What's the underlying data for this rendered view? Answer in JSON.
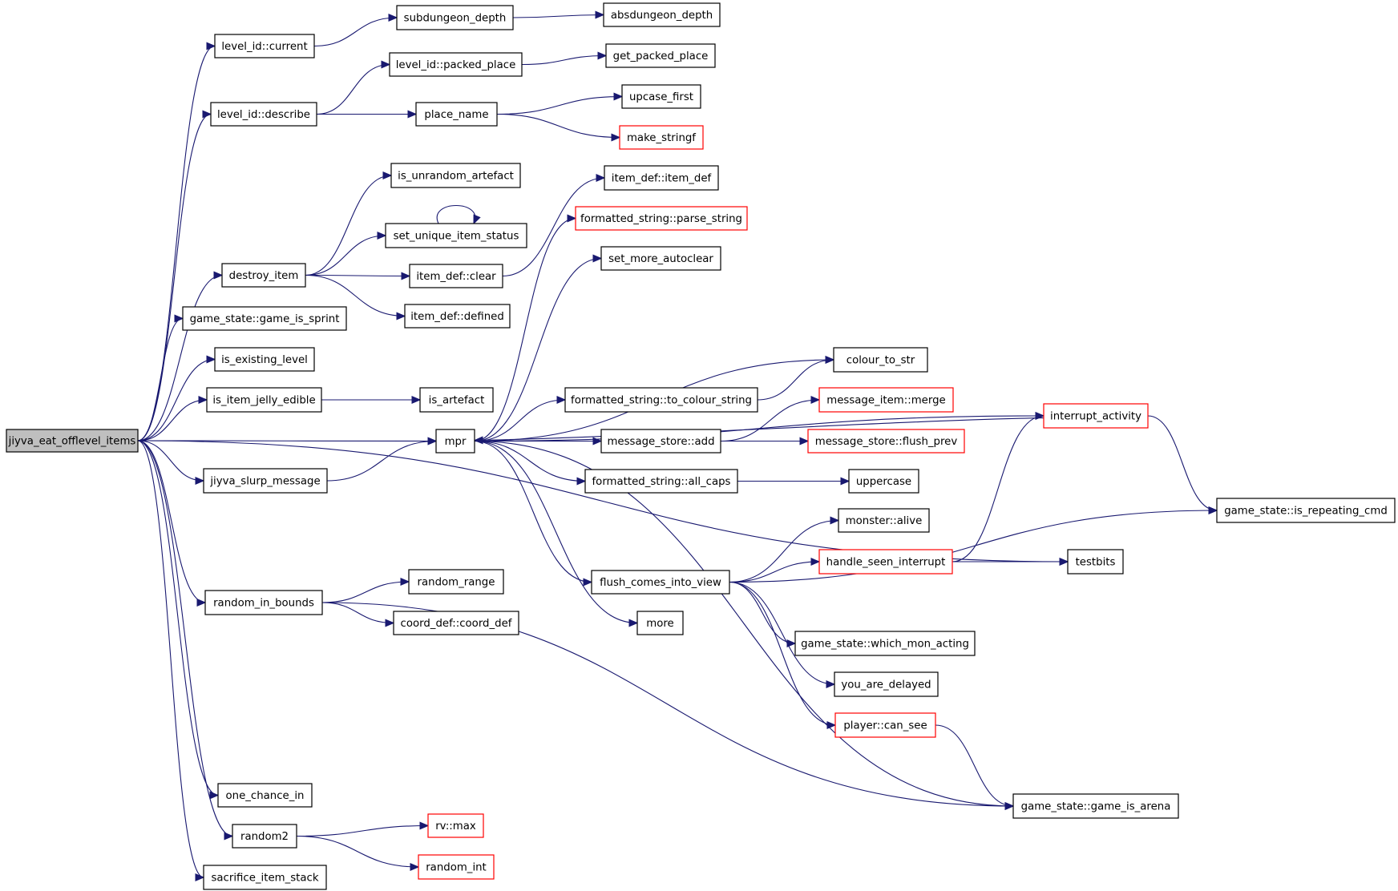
{
  "graph": {
    "root": "jiyva_eat_offlevel_items",
    "colors": {
      "node_border": "#000000",
      "truncated_border": "#ff0000",
      "root_fill": "#bfbfbf",
      "edge": "#191970"
    },
    "nodes": [
      {
        "id": "jiyva_eat_offlevel_items",
        "label": "jiyva_eat_offlevel_items",
        "style": "root"
      },
      {
        "id": "level_id_current",
        "label": "level_id::current",
        "style": "normal"
      },
      {
        "id": "subdungeon_depth",
        "label": "subdungeon_depth",
        "style": "normal"
      },
      {
        "id": "absdungeon_depth",
        "label": "absdungeon_depth",
        "style": "normal"
      },
      {
        "id": "level_id_packed_place",
        "label": "level_id::packed_place",
        "style": "normal"
      },
      {
        "id": "get_packed_place",
        "label": "get_packed_place",
        "style": "normal"
      },
      {
        "id": "level_id_describe",
        "label": "level_id::describe",
        "style": "normal"
      },
      {
        "id": "place_name",
        "label": "place_name",
        "style": "normal"
      },
      {
        "id": "upcase_first",
        "label": "upcase_first",
        "style": "normal"
      },
      {
        "id": "make_stringf",
        "label": "make_stringf",
        "style": "truncated"
      },
      {
        "id": "is_unrandom_artefact",
        "label": "is_unrandom_artefact",
        "style": "normal"
      },
      {
        "id": "item_def_item_def",
        "label": "item_def::item_def",
        "style": "normal"
      },
      {
        "id": "set_unique_item_status",
        "label": "set_unique_item_status",
        "style": "normal"
      },
      {
        "id": "formatted_string_parse_string",
        "label": "formatted_string::parse_string",
        "style": "truncated"
      },
      {
        "id": "set_more_autoclear",
        "label": "set_more_autoclear",
        "style": "normal"
      },
      {
        "id": "destroy_item",
        "label": "destroy_item",
        "style": "normal"
      },
      {
        "id": "item_def_clear",
        "label": "item_def::clear",
        "style": "normal"
      },
      {
        "id": "item_def_defined",
        "label": "item_def::defined",
        "style": "normal"
      },
      {
        "id": "game_state_game_is_sprint",
        "label": "game_state::game_is_sprint",
        "style": "normal"
      },
      {
        "id": "is_existing_level",
        "label": "is_existing_level",
        "style": "normal"
      },
      {
        "id": "colour_to_str",
        "label": "colour_to_str",
        "style": "normal"
      },
      {
        "id": "is_item_jelly_edible",
        "label": "is_item_jelly_edible",
        "style": "normal"
      },
      {
        "id": "is_artefact",
        "label": "is_artefact",
        "style": "normal"
      },
      {
        "id": "formatted_string_to_colour_string",
        "label": "formatted_string::to_colour_string",
        "style": "normal"
      },
      {
        "id": "message_item_merge",
        "label": "message_item::merge",
        "style": "truncated"
      },
      {
        "id": "interrupt_activity",
        "label": "interrupt_activity",
        "style": "truncated"
      },
      {
        "id": "mpr",
        "label": "mpr",
        "style": "normal"
      },
      {
        "id": "message_store_add",
        "label": "message_store::add",
        "style": "normal"
      },
      {
        "id": "message_store_flush_prev",
        "label": "message_store::flush_prev",
        "style": "truncated"
      },
      {
        "id": "jiyva_slurp_message",
        "label": "jiyva_slurp_message",
        "style": "normal"
      },
      {
        "id": "formatted_string_all_caps",
        "label": "formatted_string::all_caps",
        "style": "normal"
      },
      {
        "id": "uppercase",
        "label": "uppercase",
        "style": "normal"
      },
      {
        "id": "game_state_is_repeating_cmd",
        "label": "game_state::is_repeating_cmd",
        "style": "normal"
      },
      {
        "id": "monster_alive",
        "label": "monster::alive",
        "style": "normal"
      },
      {
        "id": "handle_seen_interrupt",
        "label": "handle_seen_interrupt",
        "style": "truncated"
      },
      {
        "id": "testbits",
        "label": "testbits",
        "style": "normal"
      },
      {
        "id": "flush_comes_into_view",
        "label": "flush_comes_into_view",
        "style": "normal"
      },
      {
        "id": "random_range",
        "label": "random_range",
        "style": "normal"
      },
      {
        "id": "random_in_bounds",
        "label": "random_in_bounds",
        "style": "normal"
      },
      {
        "id": "coord_def_coord_def",
        "label": "coord_def::coord_def",
        "style": "normal"
      },
      {
        "id": "more",
        "label": "more",
        "style": "normal"
      },
      {
        "id": "game_state_which_mon_acting",
        "label": "game_state::which_mon_acting",
        "style": "normal"
      },
      {
        "id": "you_are_delayed",
        "label": "you_are_delayed",
        "style": "normal"
      },
      {
        "id": "player_can_see",
        "label": "player::can_see",
        "style": "truncated"
      },
      {
        "id": "one_chance_in",
        "label": "one_chance_in",
        "style": "normal"
      },
      {
        "id": "game_state_game_is_arena",
        "label": "game_state::game_is_arena",
        "style": "normal"
      },
      {
        "id": "random2",
        "label": "random2",
        "style": "normal"
      },
      {
        "id": "rv_max",
        "label": "rv::max",
        "style": "truncated"
      },
      {
        "id": "random_int",
        "label": "random_int",
        "style": "truncated"
      },
      {
        "id": "sacrifice_item_stack",
        "label": "sacrifice_item_stack",
        "style": "normal"
      }
    ],
    "edges": [
      [
        "jiyva_eat_offlevel_items",
        "level_id_current"
      ],
      [
        "jiyva_eat_offlevel_items",
        "level_id_describe"
      ],
      [
        "jiyva_eat_offlevel_items",
        "destroy_item"
      ],
      [
        "jiyva_eat_offlevel_items",
        "game_state_game_is_sprint"
      ],
      [
        "jiyva_eat_offlevel_items",
        "is_existing_level"
      ],
      [
        "jiyva_eat_offlevel_items",
        "is_item_jelly_edible"
      ],
      [
        "jiyva_eat_offlevel_items",
        "mpr"
      ],
      [
        "jiyva_eat_offlevel_items",
        "jiyva_slurp_message"
      ],
      [
        "jiyva_eat_offlevel_items",
        "random_in_bounds"
      ],
      [
        "jiyva_eat_offlevel_items",
        "testbits"
      ],
      [
        "jiyva_eat_offlevel_items",
        "one_chance_in"
      ],
      [
        "jiyva_eat_offlevel_items",
        "random2"
      ],
      [
        "jiyva_eat_offlevel_items",
        "sacrifice_item_stack"
      ],
      [
        "level_id_current",
        "subdungeon_depth"
      ],
      [
        "subdungeon_depth",
        "absdungeon_depth"
      ],
      [
        "level_id_describe",
        "level_id_packed_place"
      ],
      [
        "level_id_describe",
        "place_name"
      ],
      [
        "level_id_packed_place",
        "get_packed_place"
      ],
      [
        "place_name",
        "upcase_first"
      ],
      [
        "place_name",
        "make_stringf"
      ],
      [
        "destroy_item",
        "is_unrandom_artefact"
      ],
      [
        "destroy_item",
        "set_unique_item_status"
      ],
      [
        "destroy_item",
        "item_def_clear"
      ],
      [
        "destroy_item",
        "item_def_defined"
      ],
      [
        "set_unique_item_status",
        "set_unique_item_status"
      ],
      [
        "item_def_clear",
        "item_def_item_def"
      ],
      [
        "is_item_jelly_edible",
        "is_artefact"
      ],
      [
        "jiyva_slurp_message",
        "mpr"
      ],
      [
        "mpr",
        "formatted_string_parse_string"
      ],
      [
        "mpr",
        "set_more_autoclear"
      ],
      [
        "mpr",
        "interrupt_activity"
      ],
      [
        "mpr",
        "colour_to_str"
      ],
      [
        "mpr",
        "formatted_string_to_colour_string"
      ],
      [
        "mpr",
        "message_store_add"
      ],
      [
        "mpr",
        "formatted_string_all_caps"
      ],
      [
        "mpr",
        "flush_comes_into_view"
      ],
      [
        "mpr",
        "more"
      ],
      [
        "mpr",
        "game_state_game_is_arena"
      ],
      [
        "formatted_string_to_colour_string",
        "colour_to_str"
      ],
      [
        "message_store_add",
        "message_item_merge"
      ],
      [
        "message_store_add",
        "message_store_flush_prev"
      ],
      [
        "formatted_string_all_caps",
        "uppercase"
      ],
      [
        "interrupt_activity",
        "mpr"
      ],
      [
        "interrupt_activity",
        "game_state_is_repeating_cmd"
      ],
      [
        "flush_comes_into_view",
        "monster_alive"
      ],
      [
        "flush_comes_into_view",
        "handle_seen_interrupt"
      ],
      [
        "flush_comes_into_view",
        "game_state_is_repeating_cmd"
      ],
      [
        "flush_comes_into_view",
        "game_state_which_mon_acting"
      ],
      [
        "flush_comes_into_view",
        "you_are_delayed"
      ],
      [
        "flush_comes_into_view",
        "player_can_see"
      ],
      [
        "handle_seen_interrupt",
        "interrupt_activity"
      ],
      [
        "handle_seen_interrupt",
        "testbits"
      ],
      [
        "player_can_see",
        "game_state_game_is_arena"
      ],
      [
        "random_in_bounds",
        "random_range"
      ],
      [
        "random_in_bounds",
        "coord_def_coord_def"
      ],
      [
        "random_in_bounds",
        "game_state_game_is_arena"
      ],
      [
        "random2",
        "rv_max"
      ],
      [
        "random2",
        "random_int"
      ]
    ]
  }
}
